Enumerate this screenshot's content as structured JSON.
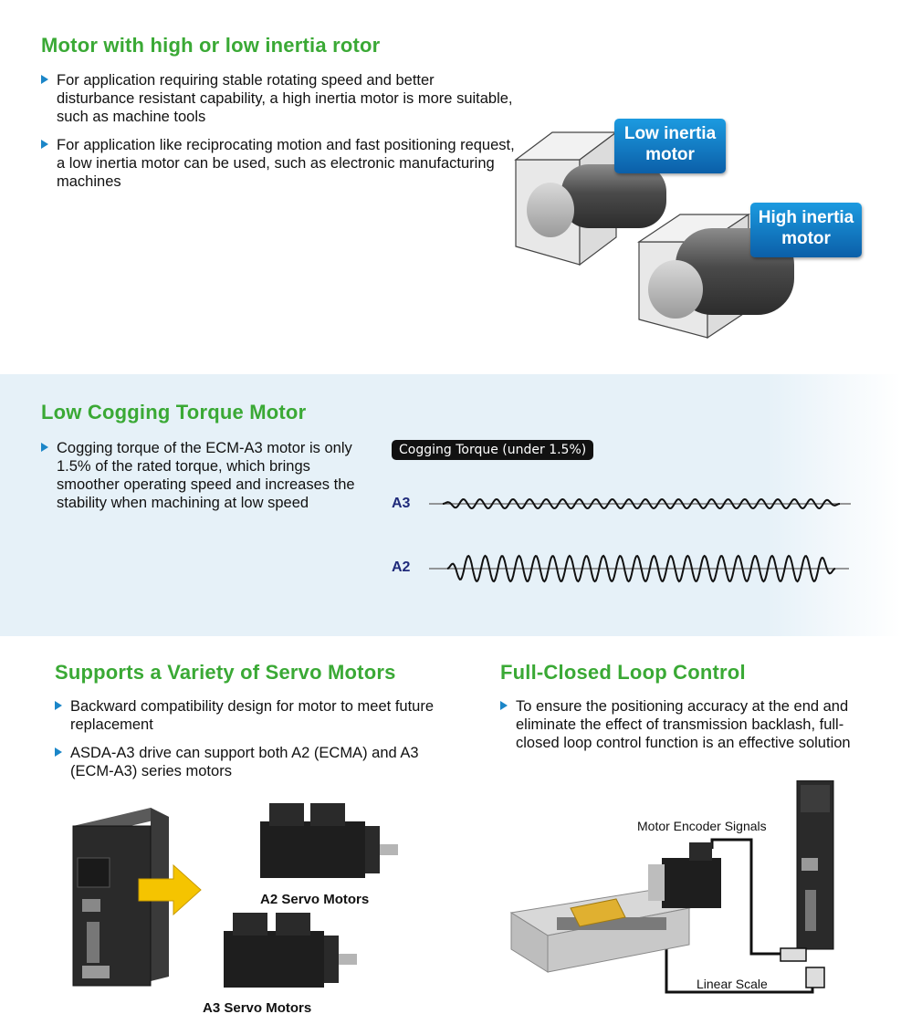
{
  "section1": {
    "title": "Motor with high or low inertia rotor",
    "bullets": [
      "For application requiring stable rotating speed and better disturbance resistant capability, a high inertia motor is more suitable, such as machine tools",
      "For application like reciprocating motion and fast positioning request, a low inertia motor can be used, such as electronic manufacturing machines"
    ],
    "callout_low": "Low inertia motor",
    "callout_high": "High inertia motor"
  },
  "section2": {
    "title": "Low Cogging Torque Motor",
    "bullets": [
      "Cogging torque of the ECM-A3 motor is only 1.5% of the rated torque, which brings smoother operating speed and increases the stability when machining at low speed"
    ],
    "chart_label": "Cogging Torque (under 1.5%)",
    "wave_a3_label": "A3",
    "wave_a2_label": "A2"
  },
  "section3": {
    "title": "Supports a Variety of Servo Motors",
    "bullets": [
      "Backward compatibility design for motor to meet future replacement",
      "ASDA-A3 drive can support both A2 (ECMA) and A3 (ECM-A3) series motors"
    ],
    "caption_a2": "A2 Servo Motors",
    "caption_a3": "A3 Servo Motors"
  },
  "section4": {
    "title": "Full-Closed Loop Control",
    "bullets": [
      "To ensure the positioning accuracy at the end and eliminate the effect of transmission backlash, full-closed loop control function is an effective solution"
    ],
    "label_encoder": "Motor Encoder Signals",
    "label_scale": "Linear Scale"
  },
  "colors": {
    "title_green": "#3aa935",
    "bullet_blue": "#1b86c8",
    "callout_blue": "#0b5fa8",
    "band_bg": "#e6f1f8",
    "wave_label": "#1f2a7a"
  }
}
